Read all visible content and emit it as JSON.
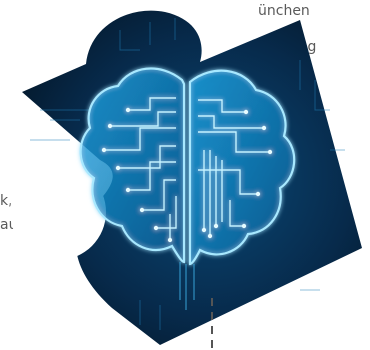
{
  "text": {
    "line1": "ünchen",
    "line2": "ndung",
    "line3": "k,",
    "line4": "aus"
  },
  "image": {
    "subject": "brain-circuit-puzzle-piece",
    "colors": {
      "dark": "#041a2f",
      "mid": "#0a4a78",
      "glow": "#2ec4ff",
      "white": "#ffffff"
    }
  }
}
